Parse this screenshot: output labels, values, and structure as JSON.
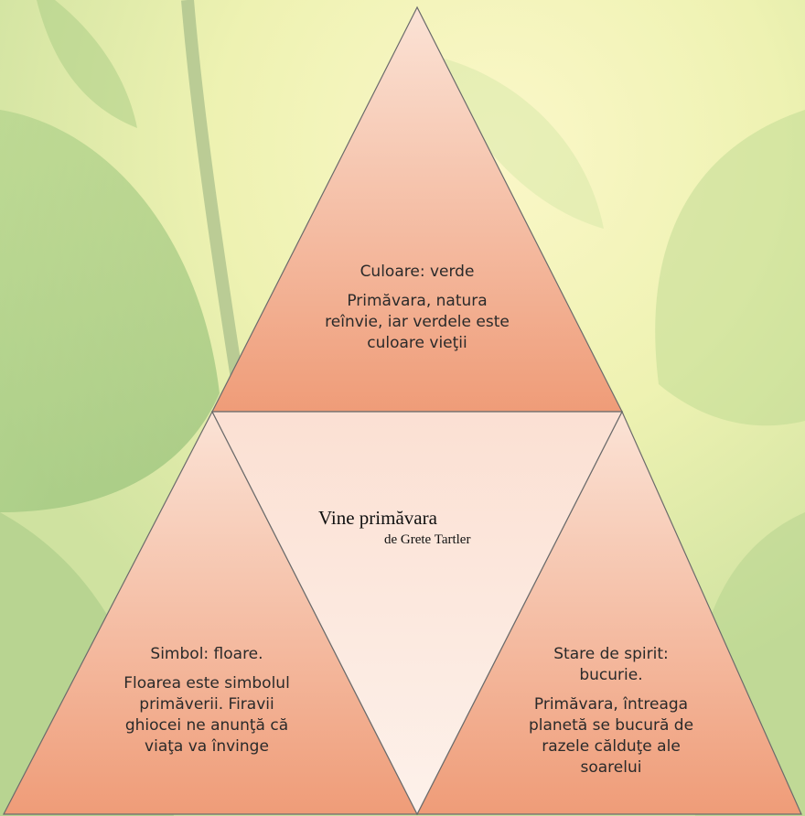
{
  "title": "Vine primăvara",
  "author": "de Grete Tartler",
  "sections": {
    "top": {
      "heading": "Culoare: verde",
      "text": "Primăvara, natura reînvie, iar verdele este culoare vieţii"
    },
    "left": {
      "heading": "Simbol: floare.",
      "text": "Floarea este simbolul primăverii. Firavii ghiocei ne anunţă că viaţa va învinge"
    },
    "right": {
      "heading": "Stare de spirit: bucurie.",
      "text": "Primăvara, întreaga planetă se bucură de razele călduţe ale soarelui"
    }
  },
  "colors": {
    "triangle_outer_top": "#fbe3d6",
    "triangle_outer_bottom": "#ef9c78",
    "triangle_center": "#fde9df",
    "outline": "#6b6b6b"
  }
}
